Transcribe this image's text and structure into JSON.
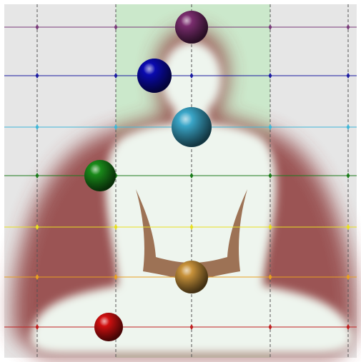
{
  "figure": {
    "background_color": "#e6e6e6",
    "center_band_color": "#cbe8cb",
    "aura_color": "#8e3a3a",
    "silhouette_color": "#eef5ee",
    "grid_color": "#555555"
  },
  "levels": [
    {
      "id": "crown",
      "line_color": "#7a3b7a",
      "sphere_color": "#7a2d6e",
      "sphere_position": "center"
    },
    {
      "id": "third-eye",
      "line_color": "#1a1aa0",
      "sphere_color": "#0a0ab0",
      "sphere_position": "left-offset"
    },
    {
      "id": "throat",
      "line_color": "#3fb7d8",
      "sphere_color": "#3aa6c8",
      "sphere_position": "center"
    },
    {
      "id": "heart",
      "line_color": "#1a7a1a",
      "sphere_color": "#1a8a1a",
      "sphere_position": "left"
    },
    {
      "id": "solar-plexus",
      "line_color": "#e8e020",
      "sphere_color": null,
      "sphere_position": null
    },
    {
      "id": "sacral",
      "line_color": "#e8a020",
      "sphere_color": "#c8923a",
      "sphere_position": "center"
    },
    {
      "id": "root",
      "line_color": "#c02020",
      "sphere_color": "#d01010",
      "sphere_position": "left-lower"
    }
  ]
}
